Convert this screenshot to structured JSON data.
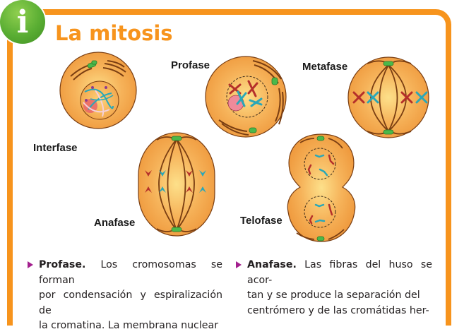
{
  "header": {
    "icon": "info-icon",
    "icon_glyph": "i",
    "title": "La mitosis",
    "accent_color": "#f7941d",
    "badge_color": "#5aae33"
  },
  "phases": [
    {
      "id": "interfase",
      "label": "Interfase"
    },
    {
      "id": "profase",
      "label": "Profase"
    },
    {
      "id": "metafase",
      "label": "Metafase"
    },
    {
      "id": "anafase",
      "label": "Anafase"
    },
    {
      "id": "telofase",
      "label": "Telofase"
    }
  ],
  "paragraphs": [
    {
      "term": "Profase.",
      "lines": [
        "Los cromosomas se forman",
        "por condensación y espiralización de",
        "la cromatina. La  membrana nuclear"
      ]
    },
    {
      "term": "Anafase.",
      "lines": [
        "Las fibras del huso se acor-",
        "tan y se produce la separación del",
        "centrómero y de las cromátidas her-"
      ]
    }
  ],
  "bullet_color": "#a3208e"
}
